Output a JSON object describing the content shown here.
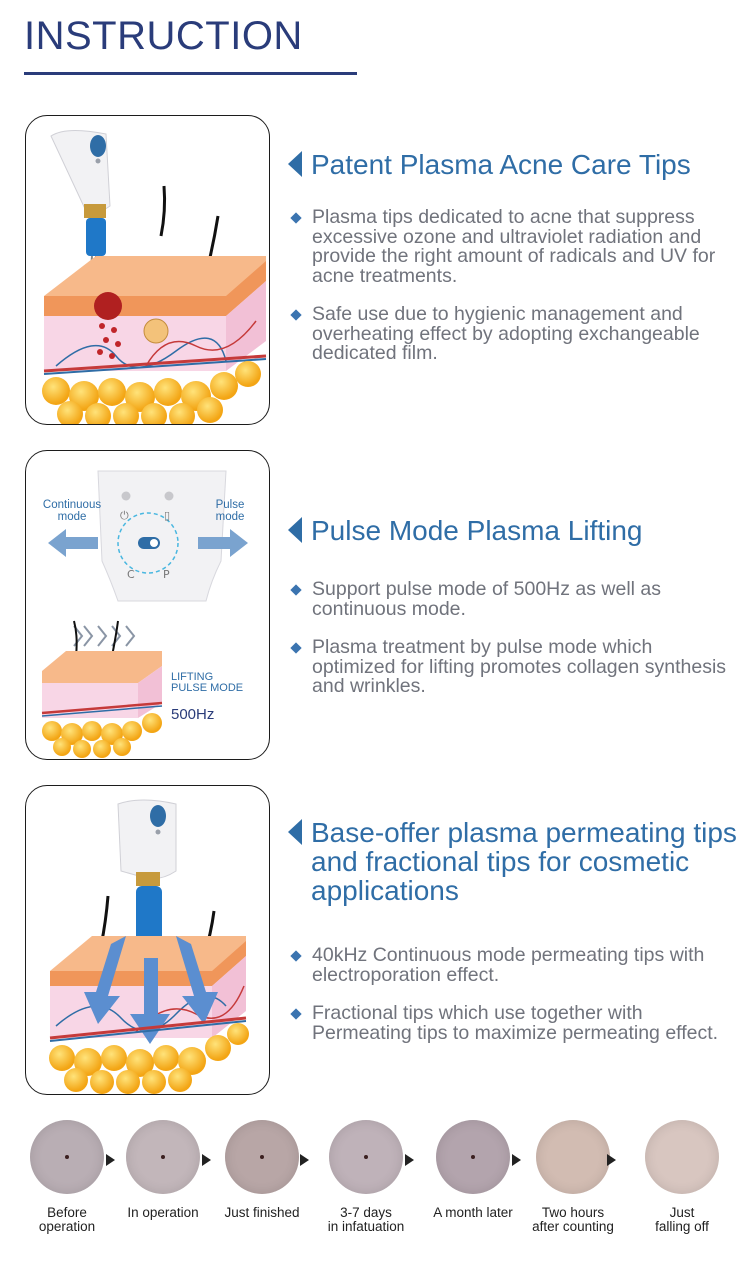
{
  "header": {
    "title": "INSTRUCTION"
  },
  "sections": [
    {
      "title": "Patent Plasma Acne Care Tips",
      "bullets": [
        "Plasma tips dedicated to acne that suppress excessive ozone and ultraviolet radiation and provide the right amount of radicals and UV for acne treatments.",
        "Safe use due to hygienic management and overheating effect by adopting exchangeable dedicated film."
      ]
    },
    {
      "title": "Pulse Mode Plasma Lifting",
      "bullets": [
        "Support pulse mode of 500Hz as well as continuous mode.",
        "Plasma treatment by pulse mode which optimized for lifting promotes collagen synthesis and wrinkles."
      ],
      "figure": {
        "left_label": "Continuous mode",
        "right_label": "Pulse mode",
        "mode_label_1": "LIFTING",
        "mode_label_2": "PULSE MODE",
        "frequency": "500Hz"
      }
    },
    {
      "title": "Base-offer plasma permeating tips and fractional tips for cosmetic applications",
      "bullets": [
        "40kHz Continuous mode permeating tips with electroporation effect.",
        "Fractional tips which use together with Permeating tips to maximize permeating effect."
      ]
    }
  ],
  "stages": [
    {
      "label": "Before\noperation",
      "color": "#b9aeb4"
    },
    {
      "label": "In operation",
      "color": "#c2b6ba"
    },
    {
      "label": "Just finished",
      "color": "#b8a6a6"
    },
    {
      "label": "3-7 days\nin infatuation",
      "color": "#bfb2b9"
    },
    {
      "label": "A month later",
      "color": "#b3a4ad"
    },
    {
      "label": "Two hours\nafter counting",
      "color": "#d2bcb2"
    },
    {
      "label": "Just\nfalling off",
      "color": "#d8c6c0"
    }
  ],
  "colors": {
    "title": "#2a3c7a",
    "accent": "#2f6da6",
    "body_text": "#70737c"
  }
}
